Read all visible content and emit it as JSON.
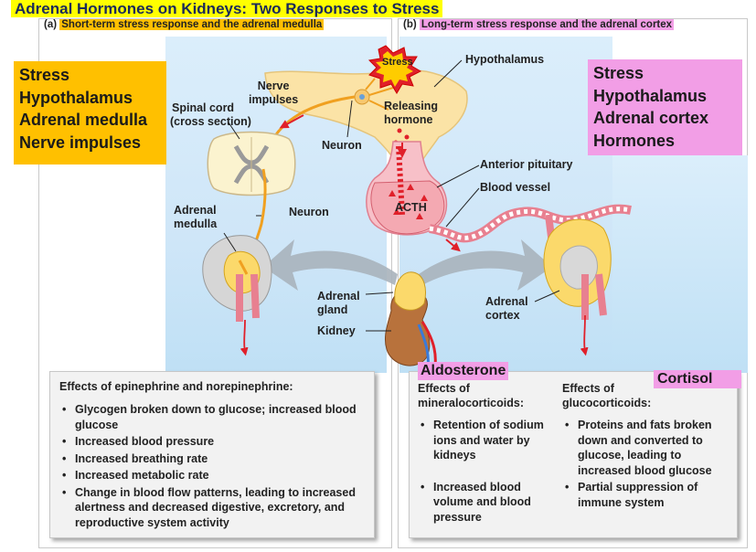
{
  "title": "Adrenal Hormones on Kidneys: Two Responses to Stress",
  "panel_a": {
    "heading": "(a)",
    "heading_highlight": "Short-term stress response and the adrenal medulla",
    "callout_lines": [
      "Stress",
      "Hypothalamus",
      "Adrenal medulla",
      "Nerve impulses"
    ],
    "labels": {
      "nerve_impulses": [
        "Nerve",
        "impulses"
      ],
      "spinal_cord": [
        "Spinal cord",
        "(cross section)"
      ],
      "neuron_upper": "Neuron",
      "adrenal_medulla": [
        "Adrenal",
        "medulla"
      ],
      "neuron_lower": "Neuron"
    },
    "effects_title": "Effects of epinephrine and norepinephrine:",
    "effects": [
      "Glycogen broken down to glucose; increased blood glucose",
      "Increased blood pressure",
      "Increased breathing rate",
      "Increased metabolic rate",
      "Change in blood flow patterns, leading to increased alertness and decreased digestive, excretory, and reproductive system activity"
    ]
  },
  "panel_b": {
    "heading": "(b)",
    "heading_highlight": "Long-term stress response and the adrenal cortex",
    "callout_lines": [
      "Stress",
      "Hypothalamus",
      "Adrenal cortex",
      "Hormones"
    ],
    "labels": {
      "hypothalamus": "Hypothalamus",
      "releasing_hormone": [
        "Releasing",
        "hormone"
      ],
      "anterior_pituitary": "Anterior pituitary",
      "blood_vessel": "Blood vessel",
      "acth": "ACTH",
      "adrenal_cortex": [
        "Adrenal",
        "cortex"
      ]
    },
    "tag_aldosterone": "Aldosterone",
    "tag_cortisol": "Cortisol",
    "mineral_title": [
      "Effects of",
      "mineralocorticoids:"
    ],
    "mineral_effects": [
      "Retention of sodium ions and water by kidneys",
      "Increased blood volume and blood pressure"
    ],
    "gluco_title": [
      "Effects of",
      "glucocorticoids:"
    ],
    "gluco_effects": [
      "Proteins and fats broken down and converted to glucose, leading to increased blood glucose",
      "Partial suppression of immune system"
    ]
  },
  "center": {
    "stress_burst": "Stress",
    "adrenal_gland": [
      "Adrenal",
      "gland"
    ],
    "kidney": "Kidney"
  },
  "colors": {
    "title_highlight": "#ffff00",
    "callout_orange": "#ffc000",
    "callout_pink": "#f29ee6",
    "tag_pink": "#f29ee6",
    "panel_blue": "#cfe6f8",
    "arrow_red": "#e0202a",
    "nerve_orange": "#f0a020"
  }
}
